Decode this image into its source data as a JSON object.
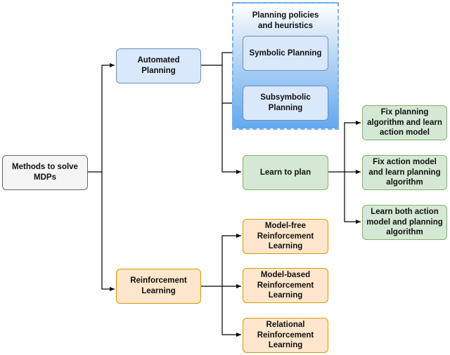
{
  "diagram": {
    "root": "Methods to solve\nMDPs",
    "automated_planning": "Automated Planning",
    "reinforcement_learning": "Reinforcement\nLearning",
    "group_title": "Planning policies\nand heuristics",
    "symbolic_planning": "Symbolic Planning",
    "subsymbolic_planning": "Subsymbolic\nPlanning",
    "learn_to_plan": "Learn to plan",
    "fix_planning": "Fix planning\nalgorithm and learn\naction model",
    "fix_action": "Fix action model\nand learn planning\nalgorithm",
    "learn_both": "Learn both action\nmodel and planning\nalgorithm",
    "model_free": "Model-free\nReinforcement\nLearning",
    "model_based": "Model-based\nReinforcement\nLearning",
    "relational": "Relational\nReinforcement\nLearning"
  },
  "colors": {
    "gray_fill": "#f5f5f5",
    "blue_fill": "#dae8fc",
    "green_fill": "#d5e8d4",
    "orange_fill": "#ffe6cc",
    "connector": "#000000"
  }
}
